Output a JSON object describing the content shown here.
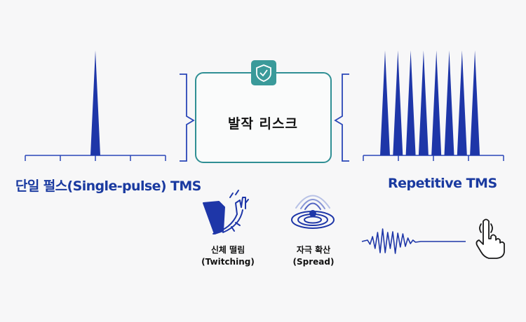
{
  "single_pulse": {
    "label": "단일 펄스(Single-pulse) TMS"
  },
  "repetitive": {
    "label": "Repetitive TMS",
    "pulse_count": 8
  },
  "risk_box": {
    "title": "발작 리스크",
    "icon": "shield-check-icon"
  },
  "effects": [
    {
      "icon": "arm-twitch-icon",
      "line1": "신체 떨림",
      "line2": "(Twitching)"
    },
    {
      "icon": "ripple-spread-icon",
      "line1": "자극 확산",
      "line2": "(Spread)"
    }
  ],
  "icons": {
    "waveform": "waveform-icon",
    "hand": "hand-press-icon"
  },
  "colors": {
    "pulse": "#1e36a8",
    "box_border": "#2f8f94",
    "shield_bg": "#3a9a9a",
    "text_blue": "#1a3aa0"
  }
}
